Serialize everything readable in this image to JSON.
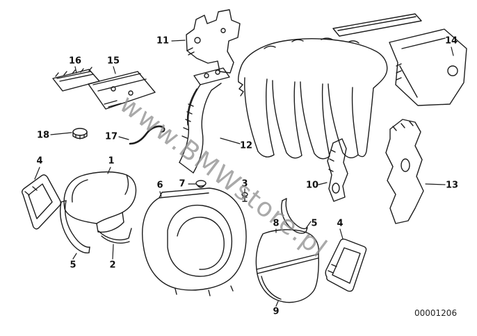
{
  "diagram": {
    "watermark": "www.BMWstore.pl",
    "doc_number": "00001206",
    "labels": [
      {
        "text": "11"
      },
      {
        "text": "16"
      },
      {
        "text": "15"
      },
      {
        "text": "14"
      },
      {
        "text": "18"
      },
      {
        "text": "17"
      },
      {
        "text": "12"
      },
      {
        "text": "4"
      },
      {
        "text": "1"
      },
      {
        "text": "6"
      },
      {
        "text": "7"
      },
      {
        "text": "3"
      },
      {
        "text": "10"
      },
      {
        "text": "13"
      },
      {
        "text": "5"
      },
      {
        "text": "2"
      },
      {
        "text": "8"
      },
      {
        "text": "5"
      },
      {
        "text": "4"
      },
      {
        "text": "9"
      }
    ]
  }
}
